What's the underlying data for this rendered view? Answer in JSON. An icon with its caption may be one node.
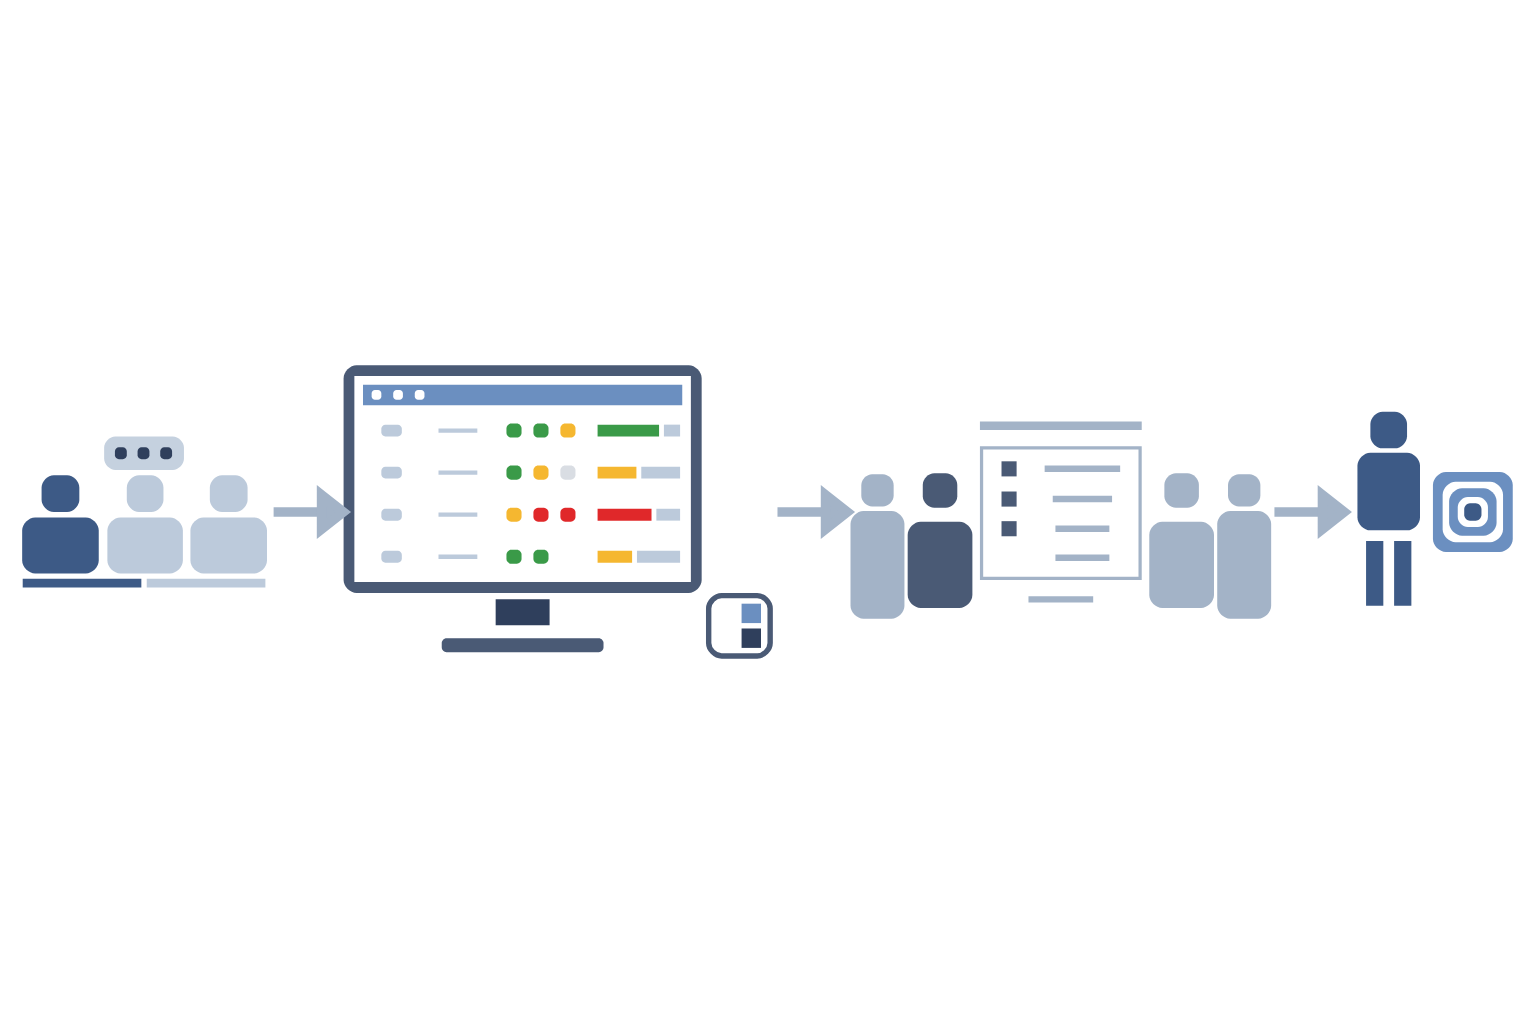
{
  "diagram": {
    "nodes": [
      {
        "text": [],
        "shape": "picture"
      },
      {
        "text": [],
        "shape": "picture"
      },
      {
        "text": [],
        "shape": "picture"
      },
      {
        "text": [],
        "shape": "picture"
      }
    ],
    "edges": [
      {
        "from": 0,
        "to": 1,
        "arrow": "to"
      },
      {
        "from": 1,
        "to": 2,
        "arrow": "to"
      },
      {
        "from": 2,
        "to": 3,
        "arrow": "to"
      }
    ]
  }
}
